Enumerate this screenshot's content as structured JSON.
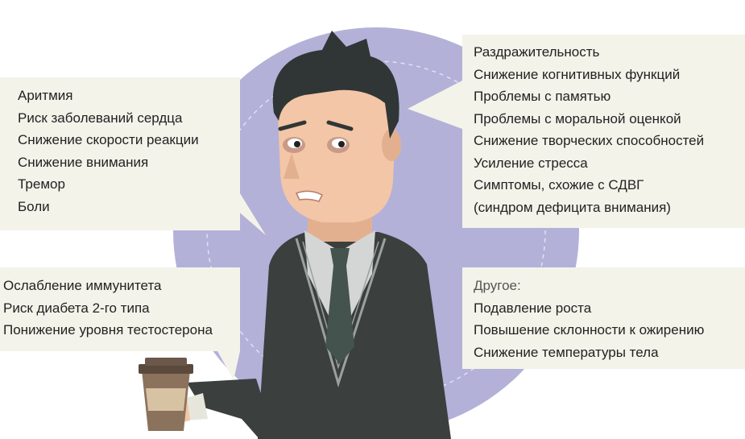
{
  "colors": {
    "circle": "#b3b1d8",
    "callout_bg": "#f3f3ea",
    "suit": "#3b3f3e",
    "shirt": "#d4d6d5",
    "tie": "#44534e",
    "skin": "#f2c6a6",
    "hair": "#303636",
    "cup": "#8b725c",
    "sleeve": "#e6e6dc",
    "text": "#222222"
  },
  "illustration": {
    "person": "man-icon",
    "cup": "coffee-cup-icon"
  },
  "callouts": {
    "top_left": {
      "items": [
        "Аритмия",
        "Риск заболеваний сердца",
        "Снижение скорости реакции",
        "Снижение внимания",
        "Тремор",
        "Боли"
      ]
    },
    "top_right": {
      "items": [
        "Раздражительность",
        "Снижение когнитивных функций",
        "Проблемы с памятью",
        "Проблемы с моральной оценкой",
        "Снижение творческих способностей",
        "Усиление стресса",
        "Симптомы, схожие с СДВГ",
        "(синдром дефицита внимания)"
      ]
    },
    "bottom_left": {
      "items": [
        "Ослабление иммунитета",
        "Риск диабета 2-го типа",
        "Понижение уровня тестостерона"
      ]
    },
    "bottom_right": {
      "heading": "Другое:",
      "items": [
        "Подавление роста",
        "Повышение склонности к ожирению",
        "Снижение температуры тела"
      ]
    }
  }
}
